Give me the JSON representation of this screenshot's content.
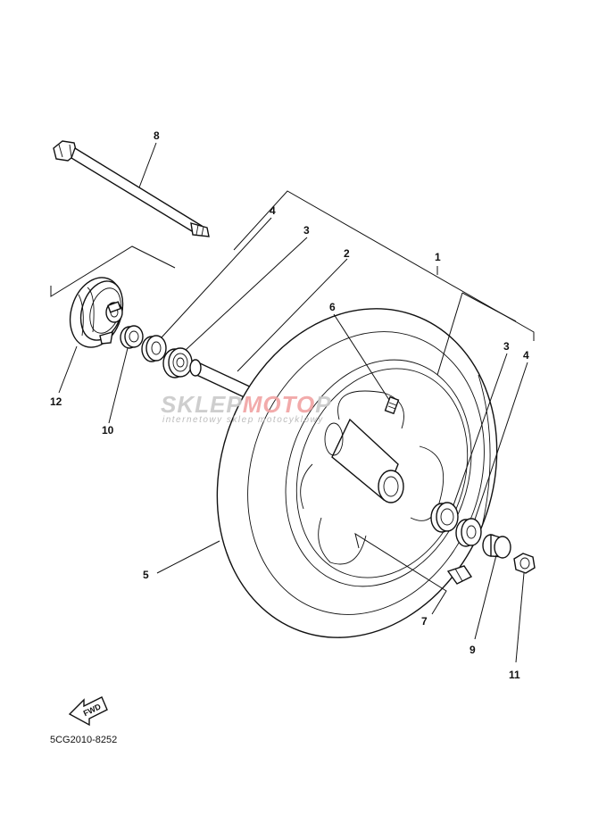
{
  "diagram": {
    "labels": {
      "p1": "1",
      "p2": "2",
      "p3a": "3",
      "p3b": "3",
      "p4a": "4",
      "p4b": "4",
      "p5": "5",
      "p6": "6",
      "p7": "7",
      "p8": "8",
      "p9": "9",
      "p10": "10",
      "p11": "11",
      "p12": "12"
    },
    "code": "5CG2010-8252",
    "fwd": "FWD"
  },
  "watermark": {
    "brand_left": "SKLEP",
    "brand_mid": "MOTO",
    "brand_right": "P",
    "tagline": "internetowy sklep motocyklowy"
  }
}
